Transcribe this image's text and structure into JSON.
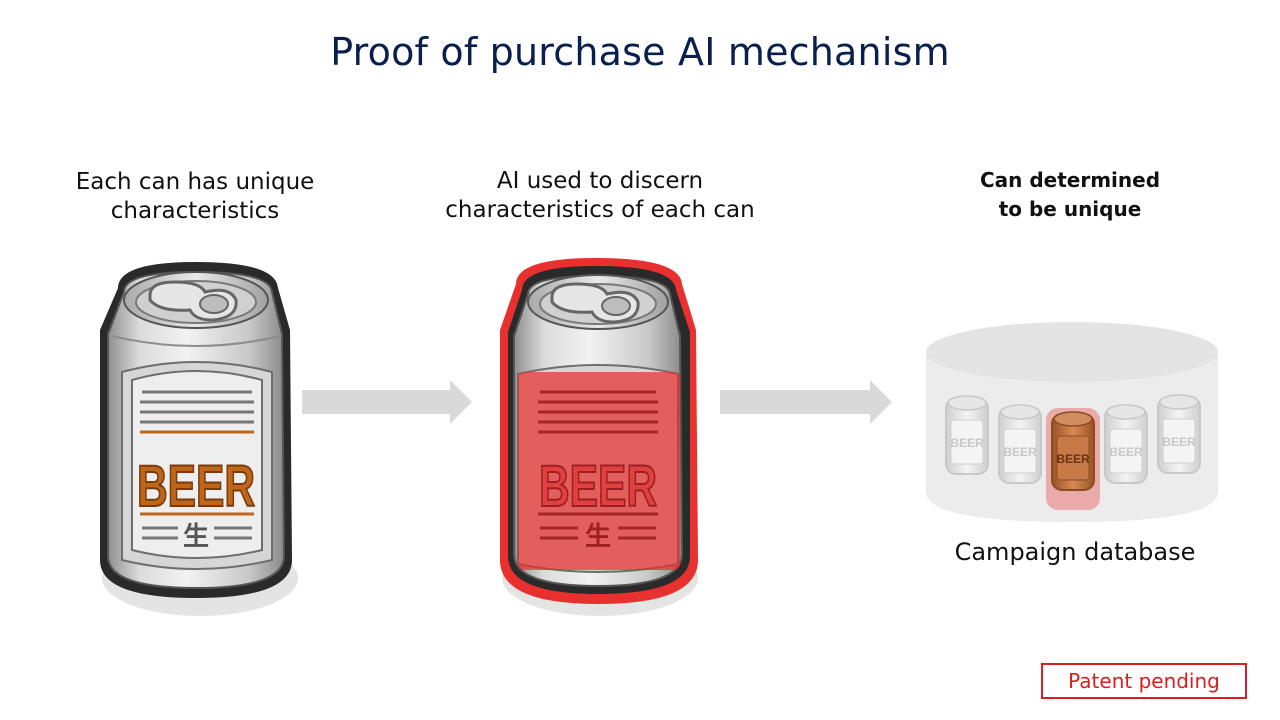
{
  "title": "Proof of purchase AI mechanism",
  "steps": [
    {
      "caption_lines": [
        "Each can has unique",
        "characteristics"
      ]
    },
    {
      "caption_lines": [
        "AI used to discern",
        "characteristics of each can"
      ]
    },
    {
      "caption_lines": [
        "Can determined",
        "to be unique"
      ]
    }
  ],
  "can_label": "BEER",
  "can_sublabel": "生",
  "database_label": "Campaign database",
  "badge": "Patent pending",
  "colors": {
    "title": "#0b1f4f",
    "arrow": "#d9d9d9",
    "highlight_red": "#e8302f",
    "beer_orange": "#c0661a",
    "badge_red": "#d81e1e"
  }
}
